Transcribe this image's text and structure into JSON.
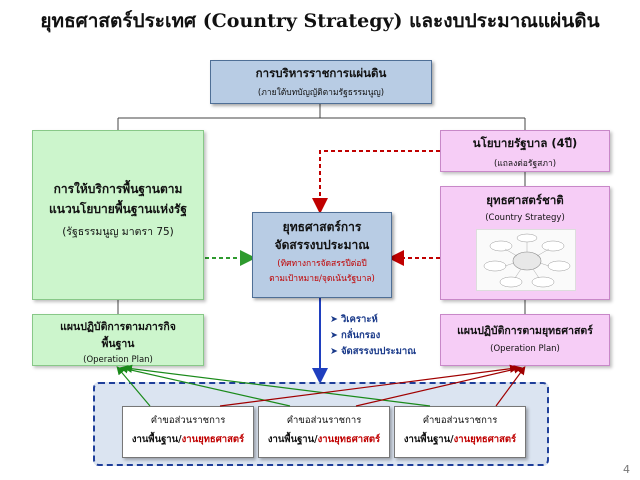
{
  "title": "ยุทธศาสตร์ประเทศ (Country Strategy) และงบประมาณแผ่นดิน",
  "top_box": {
    "title": "การบริหารราชการแผ่นดิน",
    "subtitle": "(ภายใต้บทบัญญัติตามรัฐธรรมนูญ)"
  },
  "left_box": {
    "line1": "การให้บริการพื้นฐานตาม",
    "line2": "แนวนโยบายพื้นฐานแห่งรัฐ",
    "sub": "(รัฐธรรมนูญ มาตรา 75)"
  },
  "policy_box": {
    "title": "นโยบายรัฐบาล (4ปี)",
    "subtitle": "(แถลงต่อรัฐสภา)"
  },
  "national_strategy_box": {
    "title": "ยุทธศาสตร์ชาติ",
    "subtitle": "(Country Strategy)"
  },
  "center_box": {
    "line1": "ยุทธศาสตร์การ",
    "line2": "จัดสรรงบประมาณ",
    "sub1": "(ทิศทางการจัดสรรปีต่อปี",
    "sub2": "ตามเป้าหมาย/จุดเน้นรัฐบาล)"
  },
  "left_plan_box": {
    "line1": "แผนปฏิบัติการตามภารกิจ",
    "line2": "พื้นฐาน",
    "sub": "(Operation Plan)"
  },
  "right_plan_box": {
    "title": "แผนปฏิบัติการตามยุทธศาสตร์",
    "sub": "(Operation Plan)"
  },
  "process_steps": [
    "วิเคราะห์",
    "กลั่นกรอง",
    "จัดสรรงบประมาณ"
  ],
  "request_boxes": [
    {
      "title": "คำขอส่วนราชการ",
      "part1": "งานพื้นฐาน",
      "sep": "/",
      "part2": "งานยุทธศาสตร์"
    },
    {
      "title": "คำขอส่วนราชการ",
      "part1": "งานพื้นฐาน",
      "sep": "/",
      "part2": "งานยุทธศาสตร์"
    },
    {
      "title": "คำขอส่วนราชการ",
      "part1": "งานพื้นฐาน",
      "sep": "/",
      "part2": "งานยุทธศาสตร์"
    }
  ],
  "page_number": "4",
  "colors": {
    "blue_box": "#b8cce4",
    "green_box": "#ccf5cc",
    "pink_box": "#f6cdf6",
    "green_arrow": "#2e9a2e",
    "red_arrow": "#c00000",
    "blue_arrow": "#1f3fbf",
    "panel": "#dbe4f1"
  },
  "icons": [
    "arrow-bullet-icon",
    "strategy-diagram-image"
  ]
}
